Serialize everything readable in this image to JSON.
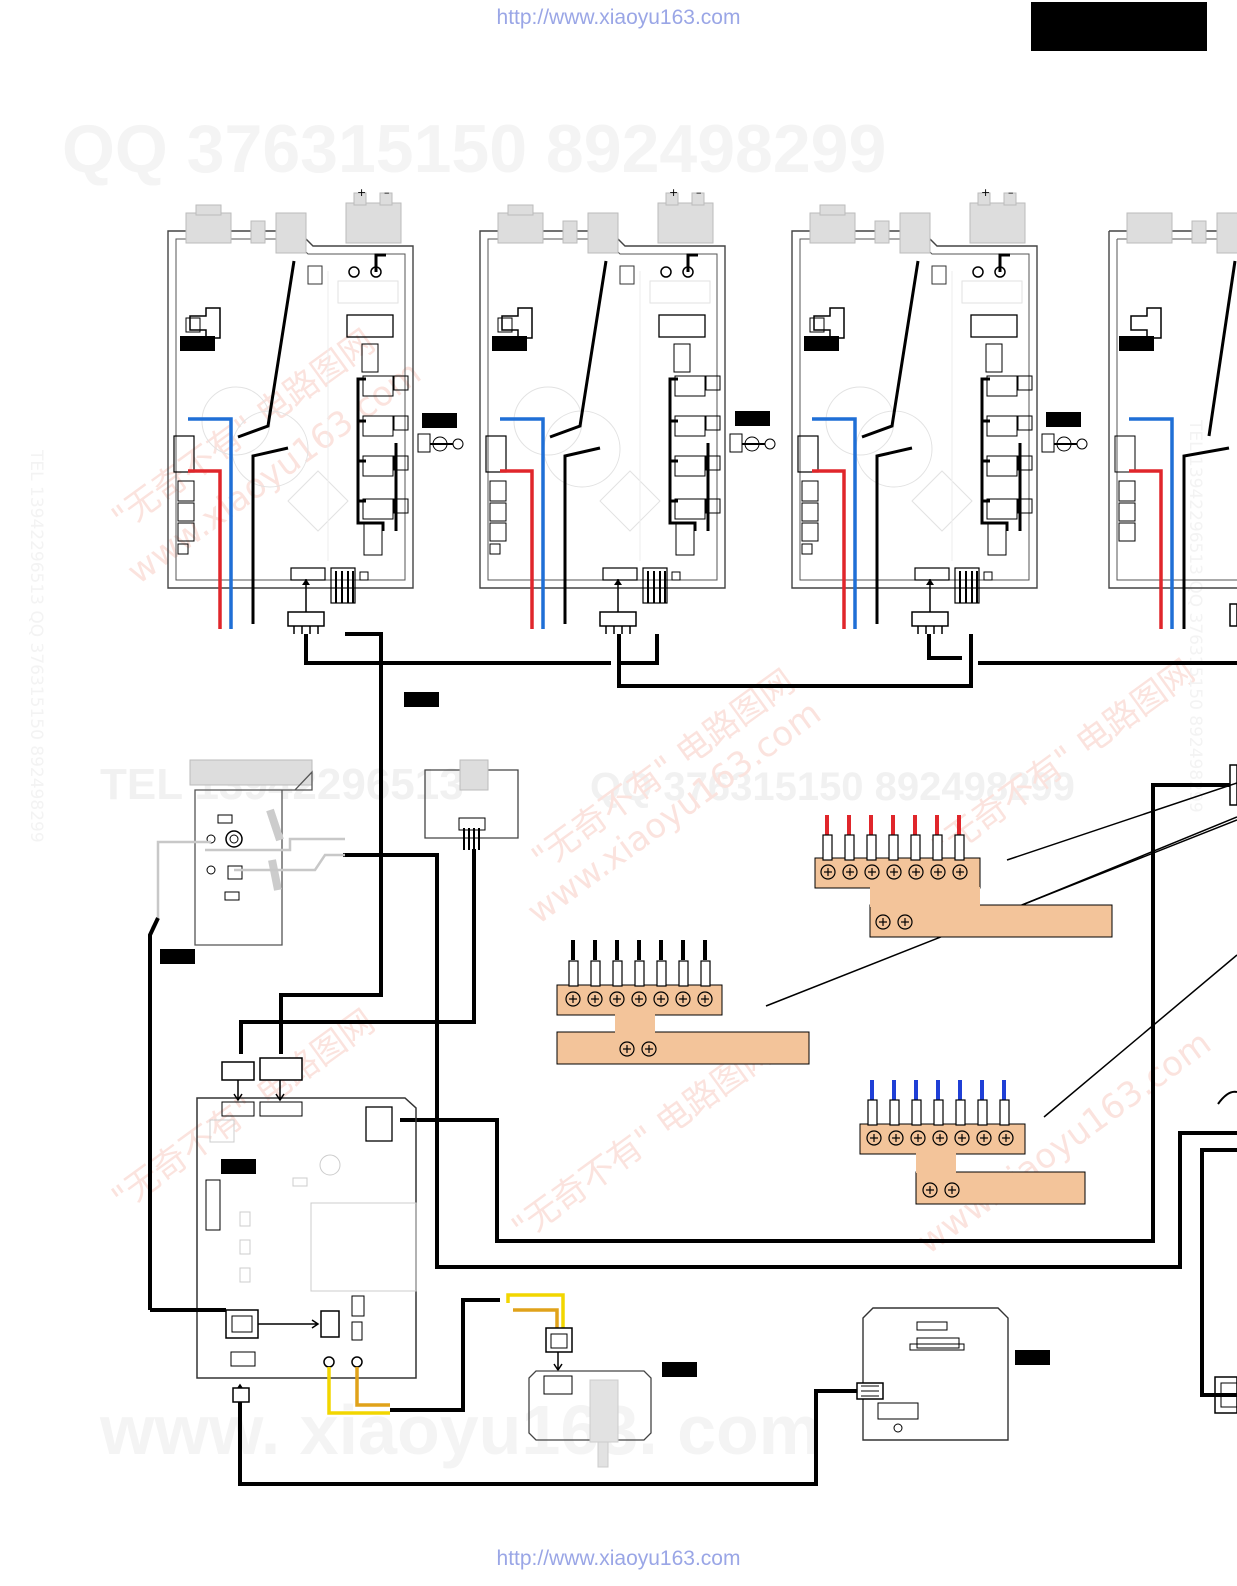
{
  "header": {
    "url_top": "http://www.xiaoyu163.com"
  },
  "footer": {
    "url_bottom": "http://www.xiaoyu163.com"
  },
  "watermarks": {
    "qq_top": "QQ 376315150   892498299",
    "tel_mid": "TEL 13942296513",
    "qq_mid": "QQ 376315150  892498299",
    "site_bottom": "www. xiaoyu163. com",
    "diag_cn": "\"无奇不有\" 电路图网",
    "diag_site": "www.xiaoyu163.com",
    "side_left": "TEL 13942296513  QQ 376315150  892498299",
    "side_right": "TEL 13942296513  QQ 376315150  892498299"
  },
  "amp_boards": [
    {
      "plus": "+",
      "minus": "–"
    },
    {
      "plus": "+",
      "minus": "–"
    },
    {
      "plus": "+",
      "minus": "–"
    }
  ],
  "wire_colors": {
    "red": "#e0262b",
    "blue": "#1f6fd6",
    "black": "#000000",
    "yellow": "#f2d600",
    "orange": "#e0a21a",
    "grey": "#bbbbbb"
  },
  "terminal_fill": "#f3c49a"
}
